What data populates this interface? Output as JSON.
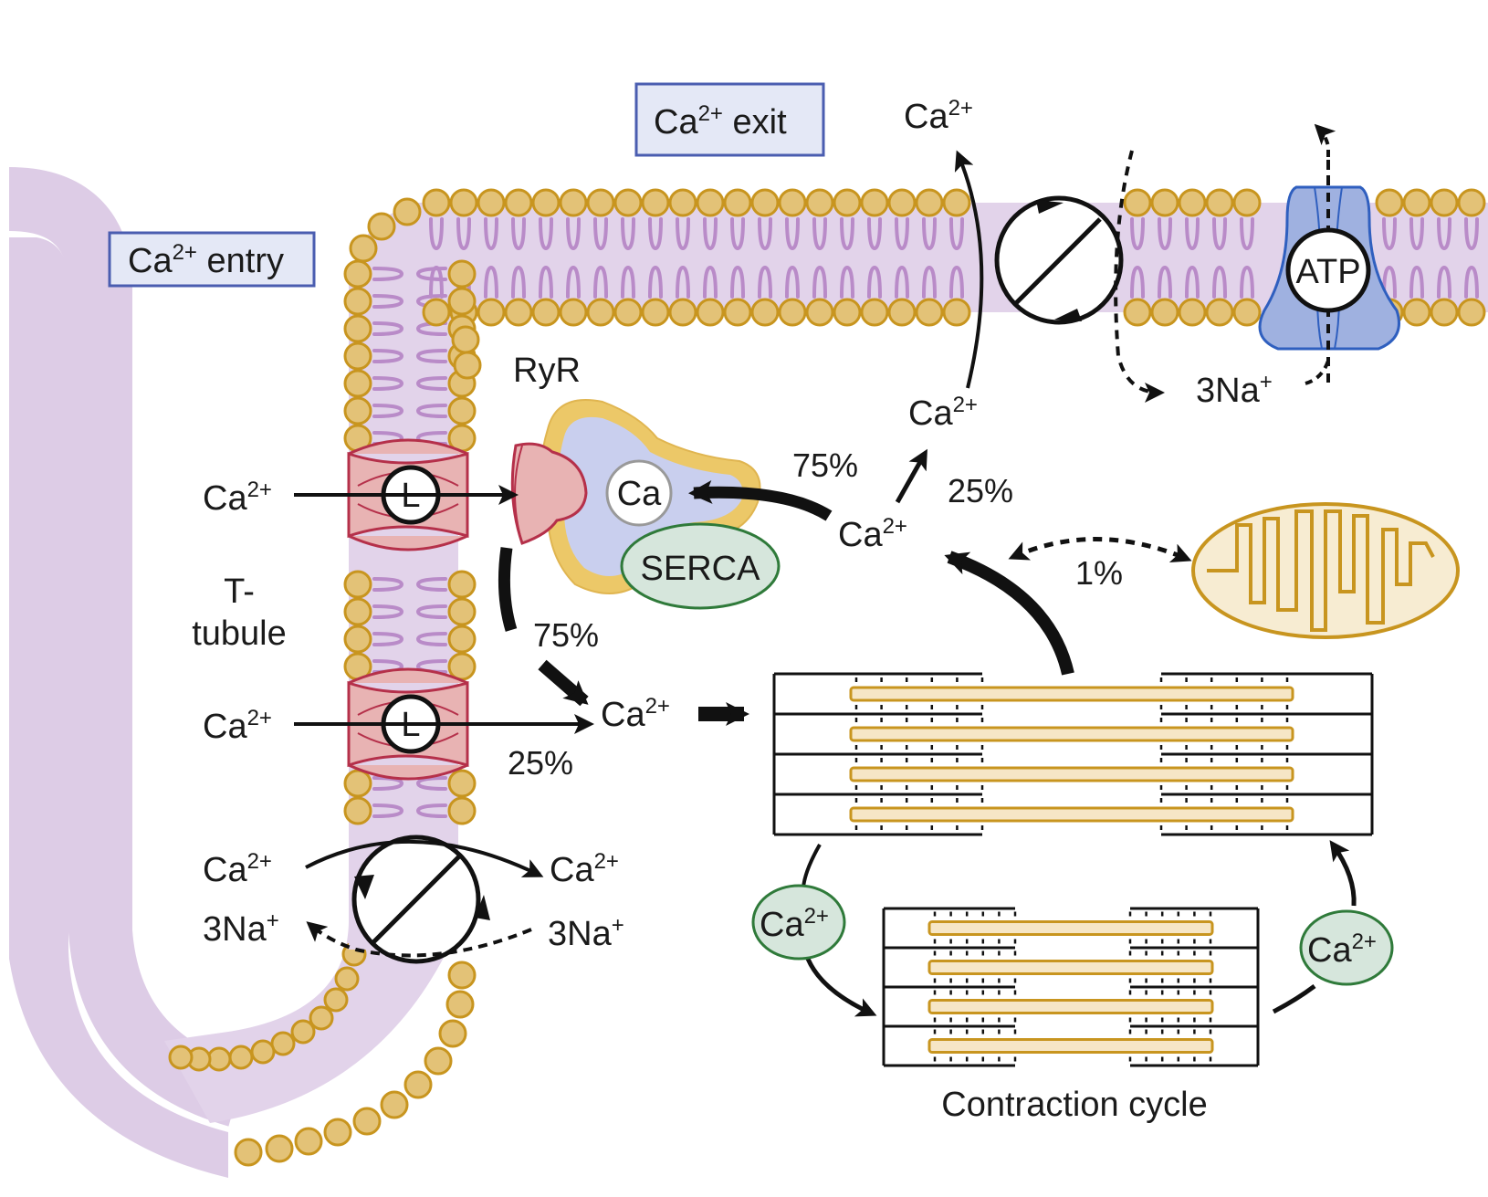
{
  "colors": {
    "lipid_head_fill": "#e3c277",
    "lipid_head_stroke": "#c8951f",
    "lipid_tail": "#b98bc8",
    "membrane_bg": "#e2d3ea",
    "tubule_bg": "#ddcce6",
    "label_box_fill": "#e4e8f6",
    "label_box_stroke": "#4a5db0",
    "l_channel_fill": "#e8b3b3",
    "l_channel_stroke": "#b5304a",
    "sr_outer": "#ecc868",
    "sr_inner": "#c9cfee",
    "serca_fill": "#d6e6dc",
    "serca_stroke": "#2f7a3a",
    "atpase_fill": "#9fb1e0",
    "atpase_stroke": "#2f5fbf",
    "mito_fill": "#f7ecd2",
    "mito_stroke": "#c8951f",
    "filament_fill": "#f6e6c6",
    "filament_stroke": "#c8951f",
    "ca_bubble_fill": "#d6e6dc",
    "ca_bubble_stroke": "#2f7a3a",
    "arrow": "#111111"
  },
  "labels": {
    "ca_entry_box": {
      "base": "Ca",
      "sup": "2+",
      "rest": " entry"
    },
    "ca_exit_box": {
      "base": "Ca",
      "sup": "2+",
      "rest": " exit"
    },
    "ryr": "RyR",
    "t_tubule_line1": "T-",
    "t_tubule_line2": "tubule",
    "l_channel_symbol": "L",
    "sr_ca_symbol": "Ca",
    "serca": "SERCA",
    "atp": "ATP",
    "contraction_cycle": "Contraction cycle"
  },
  "ions": {
    "ca_base": "Ca",
    "ca_sup": "2+",
    "na_base": "3Na",
    "na_sup": "+"
  },
  "percentages": {
    "ryr_release": "75%",
    "l_channel_direct": "25%",
    "serca_uptake": "75%",
    "exchanger_exit": "25%",
    "mitochondria": "1%"
  }
}
